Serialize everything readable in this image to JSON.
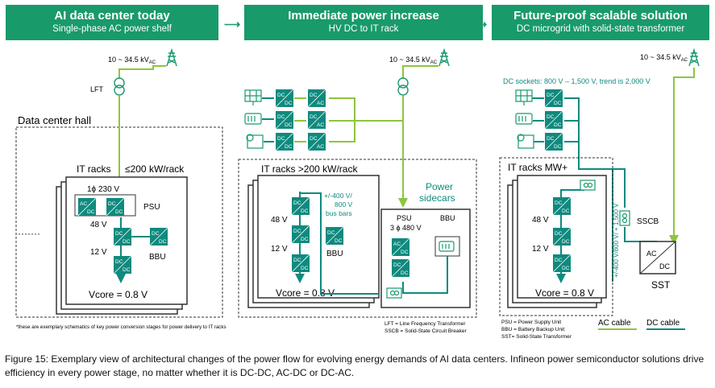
{
  "headers": [
    {
      "title": "AI data center today",
      "subtitle": "Single-phase AC power shelf"
    },
    {
      "title": "Immediate power increase",
      "subtitle": "HV DC to IT rack"
    },
    {
      "title": "Future-proof scalable solution",
      "subtitle": "DC microgrid with solid-state transformer"
    }
  ],
  "panel1": {
    "grid_voltage": "10 ~ 34.5 kV",
    "grid_sub": "AC",
    "lft": "LFT",
    "hall": "Data center hall",
    "racks": "IT racks",
    "rack_power": "≤200 kW/rack",
    "input": "1ϕ 230 V",
    "psu": "PSU",
    "v48": "48 V",
    "bbu": "BBU",
    "v12": "12 V",
    "vcore": "Vcore = 0.8 V",
    "dots": "·······",
    "footnote": "*these are exemplary schematics of key power conversion stages for power delivery to IT racks"
  },
  "panel2": {
    "grid_voltage": "10 ~ 34.5 kV",
    "grid_sub": "AC",
    "racks": "IT racks >200 kW/rack",
    "busbars": "+/-400 V/\n800 V\nbus bars",
    "v48": "48 V",
    "v12": "12 V",
    "bbu": "BBU",
    "vcore": "Vcore = 0.8 V",
    "sidecars": "Power sidecars",
    "psu": "PSU",
    "psu_input": "3 ϕ 480 V",
    "bbu2": "BBU",
    "legend1": "LFT = Line Frequency Transformer",
    "legend2": "SSCB = Solid-State Circuit Breaker"
  },
  "panel3": {
    "grid_voltage": "10 ~ 34.5 kV",
    "grid_sub": "AC",
    "dc_sockets": "DC sockets: 800 V – 1,500 V, trend is 2,000 V",
    "racks": "IT racks MW+",
    "v48": "48 V",
    "v12": "12 V",
    "vcore": "Vcore = 0.8 V",
    "sscb": "SSCB",
    "sst": "SST",
    "bus_label": "+/-400 V/800 V/ + 1,500 V",
    "legend1": "PSU = Power Supply Unit",
    "legend2": "BBU = Battery Backup Unit",
    "legend3": "SST= Solid-State Transformer",
    "ac_cable": "AC cable",
    "dc_cable": "DC cable"
  },
  "block_labels": {
    "ac": "AC",
    "dc": "DC"
  },
  "caption": "Figure 15: Exemplary view of architectural changes of the power flow for evolving energy demands of AI data centers. Infineon power semiconductor solutions drive efficiency in every power stage, no matter whether it is DC-DC, AC-DC or DC-AC.",
  "colors": {
    "ac": "#8cc63f",
    "dc": "#0f8a7e",
    "brand": "#199a6a"
  }
}
